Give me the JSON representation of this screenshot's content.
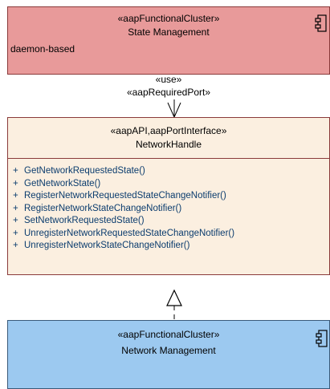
{
  "state_management": {
    "stereotype": "«aapFunctionalCluster»",
    "name": "State Management",
    "tag": "daemon-based",
    "fill": "#e89a9a"
  },
  "dependency": {
    "label_use": "«use»",
    "label_port": "«aapRequiredPort»"
  },
  "network_handle": {
    "stereotype": "«aapAPI,aapPortInterface»",
    "name": "NetworkHandle",
    "fill": "#fbefe0",
    "operations": [
      {
        "visibility": "+",
        "name": "GetNetworkRequestedState()"
      },
      {
        "visibility": "+",
        "name": "GetNetworkState()"
      },
      {
        "visibility": "+",
        "name": "RegisterNetworkRequestedStateChangeNotifier()"
      },
      {
        "visibility": "+",
        "name": "RegisterNetworkStateChangeNotifier()"
      },
      {
        "visibility": "+",
        "name": "SetNetworkRequestedState()"
      },
      {
        "visibility": "+",
        "name": "UnregisterNetworkRequestedStateChangeNotifier()"
      },
      {
        "visibility": "+",
        "name": "UnregisterNetworkStateChangeNotifier()"
      }
    ]
  },
  "network_management": {
    "stereotype": "«aapFunctionalCluster»",
    "name": "Network Management",
    "fill": "#9cc9f0"
  }
}
